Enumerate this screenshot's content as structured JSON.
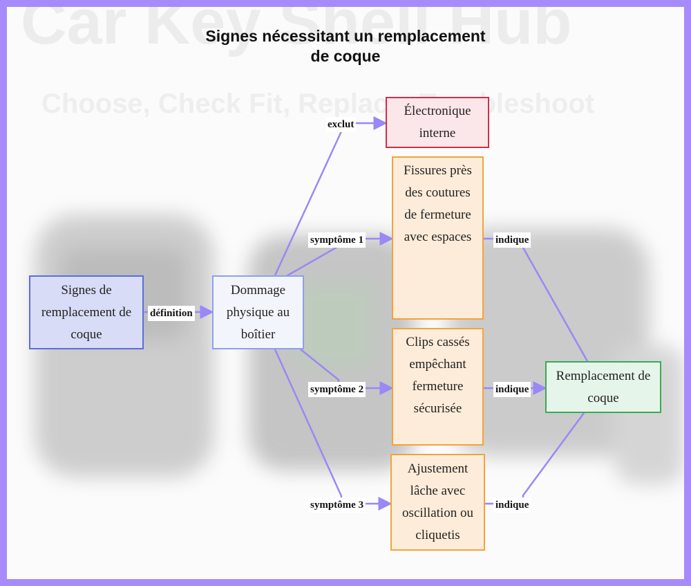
{
  "background": {
    "watermark_title": "Car Key Shell Hub",
    "watermark_subtitle": "Choose, Check Fit, Replace, Troubleshoot"
  },
  "diagram": {
    "title_line1": "Signes nécessitant un remplacement",
    "title_line2": "de coque",
    "nodes": {
      "signs": "Signes de remplacement de coque",
      "damage": "Dommage physique au boîtier",
      "electronics": "Électronique interne",
      "cracks": "Fissures près des coutures de fermeture avec espaces",
      "clips": "Clips cassés empêchant fermeture sécurisée",
      "fit": "Ajustement lâche avec oscillation ou cliquetis",
      "replacement": "Remplacement de coque"
    },
    "edges": {
      "definition": "définition",
      "excludes": "exclut",
      "symptom1": "symptôme 1",
      "symptom2": "symptôme 2",
      "symptom3": "symptôme 3",
      "indicates1": "indique",
      "indicates2": "indique",
      "indicates3": "indique"
    },
    "colors": {
      "edge": "#9b87f5",
      "blue_border": "#5a6fd6",
      "red_border": "#cf2e48",
      "orange_border": "#f0a43a",
      "green_border": "#3aaa55"
    }
  }
}
